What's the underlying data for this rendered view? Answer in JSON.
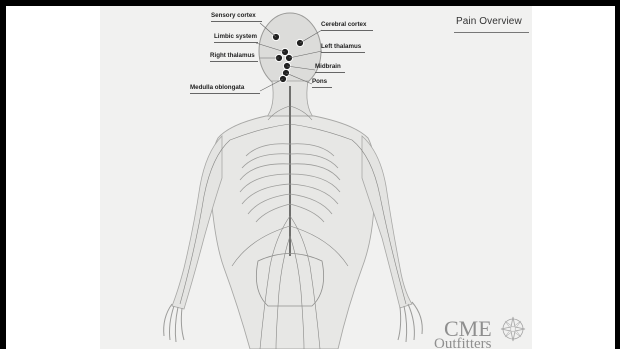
{
  "slide": {
    "title": "Pain Overview",
    "labels": {
      "sensory_cortex": "Sensory cortex",
      "cerebral_cortex": "Cerebral cortex",
      "limbic_system": "Limbic system",
      "left_thalamus": "Left thalamus",
      "right_thalamus": "Right thalamus",
      "midbrain": "Midbrain",
      "pons": "Pons",
      "medulla_oblongata": "Medulla oblongata"
    },
    "logo": {
      "line1": "CME",
      "line2": "Outfitters",
      "icon": "compass-rose-icon"
    }
  }
}
